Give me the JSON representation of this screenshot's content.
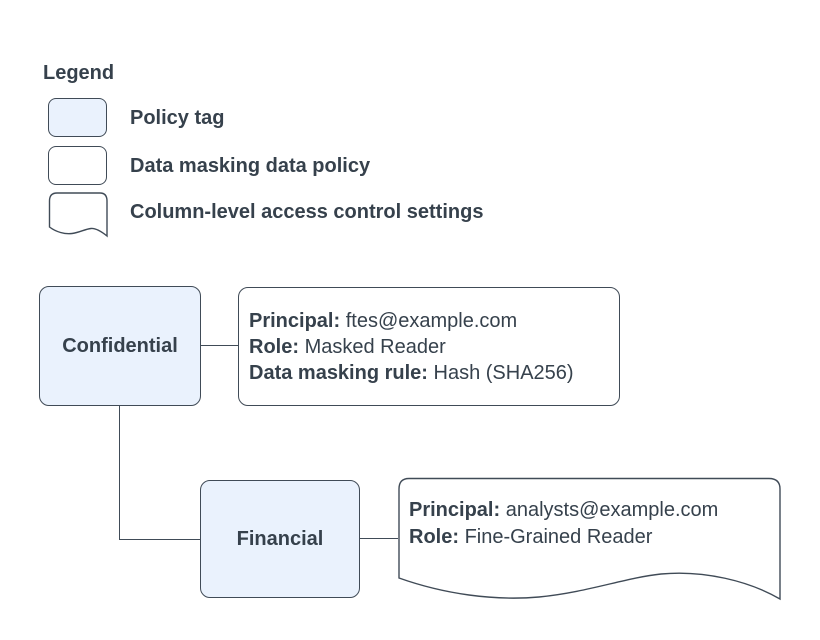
{
  "colors": {
    "policy_tag_fill": "#eaf2fd",
    "stroke": "#404b57",
    "text": "#36414c",
    "background": "#ffffff"
  },
  "legend": {
    "title": "Legend",
    "items": [
      {
        "shape": "policy-tag",
        "label": "Policy tag"
      },
      {
        "shape": "data-masking-policy",
        "label": "Data masking data policy"
      },
      {
        "shape": "document",
        "label": "Column-level access control settings"
      }
    ]
  },
  "diagram": {
    "policy_tags": [
      {
        "name": "Confidential"
      },
      {
        "name": "Financial"
      }
    ],
    "data_policy": {
      "principal_label": "Principal:",
      "principal": "ftes@example.com",
      "role_label": "Role:",
      "role": "Masked Reader",
      "rule_label": "Data masking rule:",
      "rule": "Hash (SHA256)"
    },
    "access_settings": {
      "principal_label": "Principal:",
      "principal": "analysts@example.com",
      "role_label": "Role:",
      "role": "Fine-Grained Reader"
    }
  }
}
